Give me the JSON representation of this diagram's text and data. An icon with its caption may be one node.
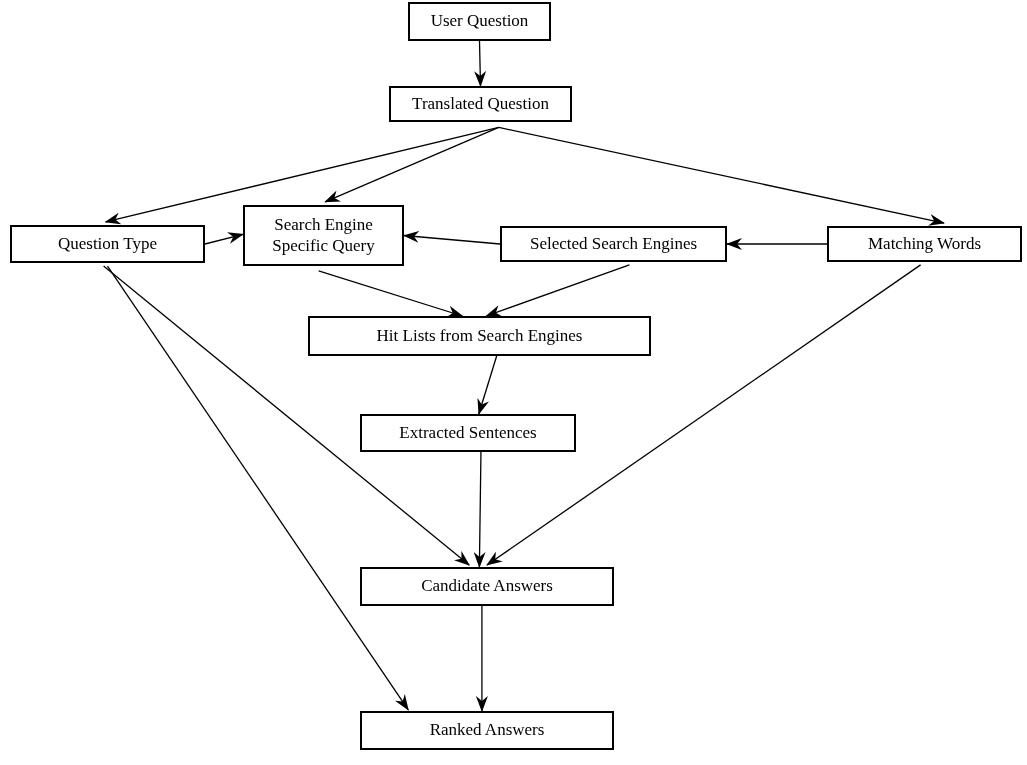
{
  "diagram": {
    "nodes": [
      {
        "text": [
          "User Question"
        ]
      },
      {
        "text": [
          "Translated Question"
        ]
      },
      {
        "text": [
          "Question Type"
        ]
      },
      {
        "text": [
          "Search Engine Specific Query"
        ]
      },
      {
        "text": [
          "Selected Search Engines"
        ]
      },
      {
        "text": [
          "Matching Words"
        ]
      },
      {
        "text": [
          "Hit Lists from Search Engines"
        ]
      },
      {
        "text": [
          "Extracted Sentences"
        ]
      },
      {
        "text": [
          "Candidate Answers"
        ]
      },
      {
        "text": [
          "Ranked Answers"
        ]
      }
    ],
    "edges": [
      {
        "from": 0,
        "to": 1,
        "arrow": "to"
      },
      {
        "from": 1,
        "to": 2,
        "arrow": "to"
      },
      {
        "from": 1,
        "to": 3,
        "arrow": "to"
      },
      {
        "from": 1,
        "to": 5,
        "arrow": "to"
      },
      {
        "from": 2,
        "to": 3,
        "arrow": "to"
      },
      {
        "from": 4,
        "to": 3,
        "arrow": "to"
      },
      {
        "from": 5,
        "to": 4,
        "arrow": "to"
      },
      {
        "from": 3,
        "to": 6,
        "arrow": "to"
      },
      {
        "from": 4,
        "to": 6,
        "arrow": "to"
      },
      {
        "from": 6,
        "to": 7,
        "arrow": "to"
      },
      {
        "from": 7,
        "to": 8,
        "arrow": "to"
      },
      {
        "from": 2,
        "to": 8,
        "arrow": "to"
      },
      {
        "from": 5,
        "to": 8,
        "arrow": "to"
      },
      {
        "from": 2,
        "to": 9,
        "arrow": "to"
      },
      {
        "from": 8,
        "to": 9,
        "arrow": "to"
      }
    ]
  }
}
